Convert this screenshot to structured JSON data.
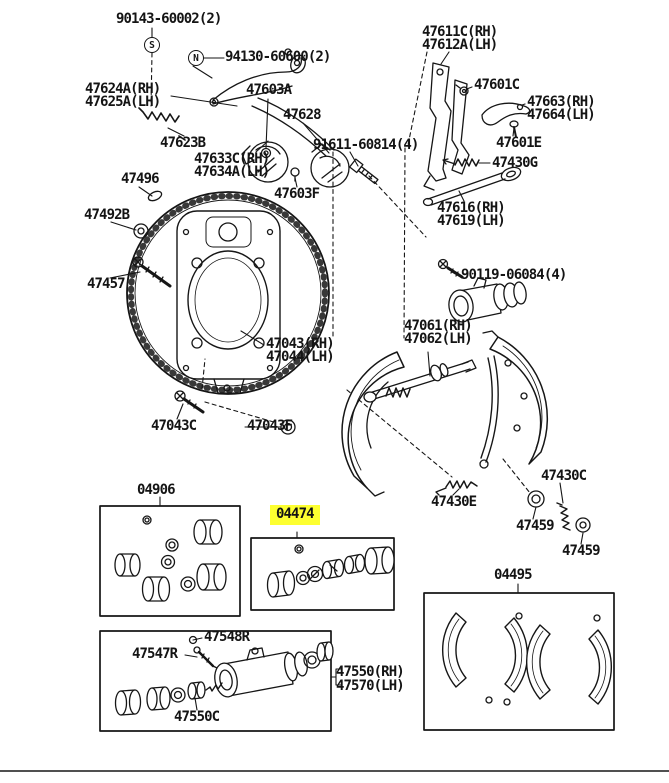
{
  "diagram": {
    "description": "Rear drum brake exploded parts diagram",
    "colors": {
      "line": "#161616",
      "background": "#ffffff",
      "highlight": "#fdff30"
    },
    "markers": {
      "s": "S",
      "n": "N"
    },
    "labels": {
      "p90143": "90143-60002(2)",
      "p94130": "94130-60600(2)",
      "p47624a": "47624A(RH)",
      "p47625a": "47625A(LH)",
      "p47603a": "47603A",
      "p47628": "47628",
      "p47623b": "47623B",
      "p47633c": "47633C(RH)",
      "p47634a": "47634A(LH)",
      "p91611": "91611-60814(4)",
      "p47496": "47496",
      "p47603f": "47603F",
      "p47492b": "47492B",
      "p47457": "47457",
      "p47611c": "47611C(RH)",
      "p47612a": "47612A(LH)",
      "p47601c": "47601C",
      "p47663": "47663(RH)",
      "p47664": "47664(LH)",
      "p47601e": "47601E",
      "p47430g": "47430G",
      "p47616": "47616(RH)",
      "p47619": "47619(LH)",
      "p90119": "90119-06084(4)",
      "p47061": "47061(RH)",
      "p47062": "47062(LH)",
      "p47043": "47043(RH)",
      "p47044": "47044(LH)",
      "p47043c": "47043C",
      "p47043f": "47043F",
      "p47430e": "47430E",
      "p47430c": "47430C",
      "p47459_upper": "47459",
      "p47459_lower": "47459",
      "p04906": "04906",
      "p04474": "04474",
      "p04495": "04495",
      "p47548r": "47548R",
      "p47547r": "47547R",
      "p47550": "47550(RH)",
      "p47570": "47570(LH)",
      "p47550c": "47550C"
    }
  }
}
